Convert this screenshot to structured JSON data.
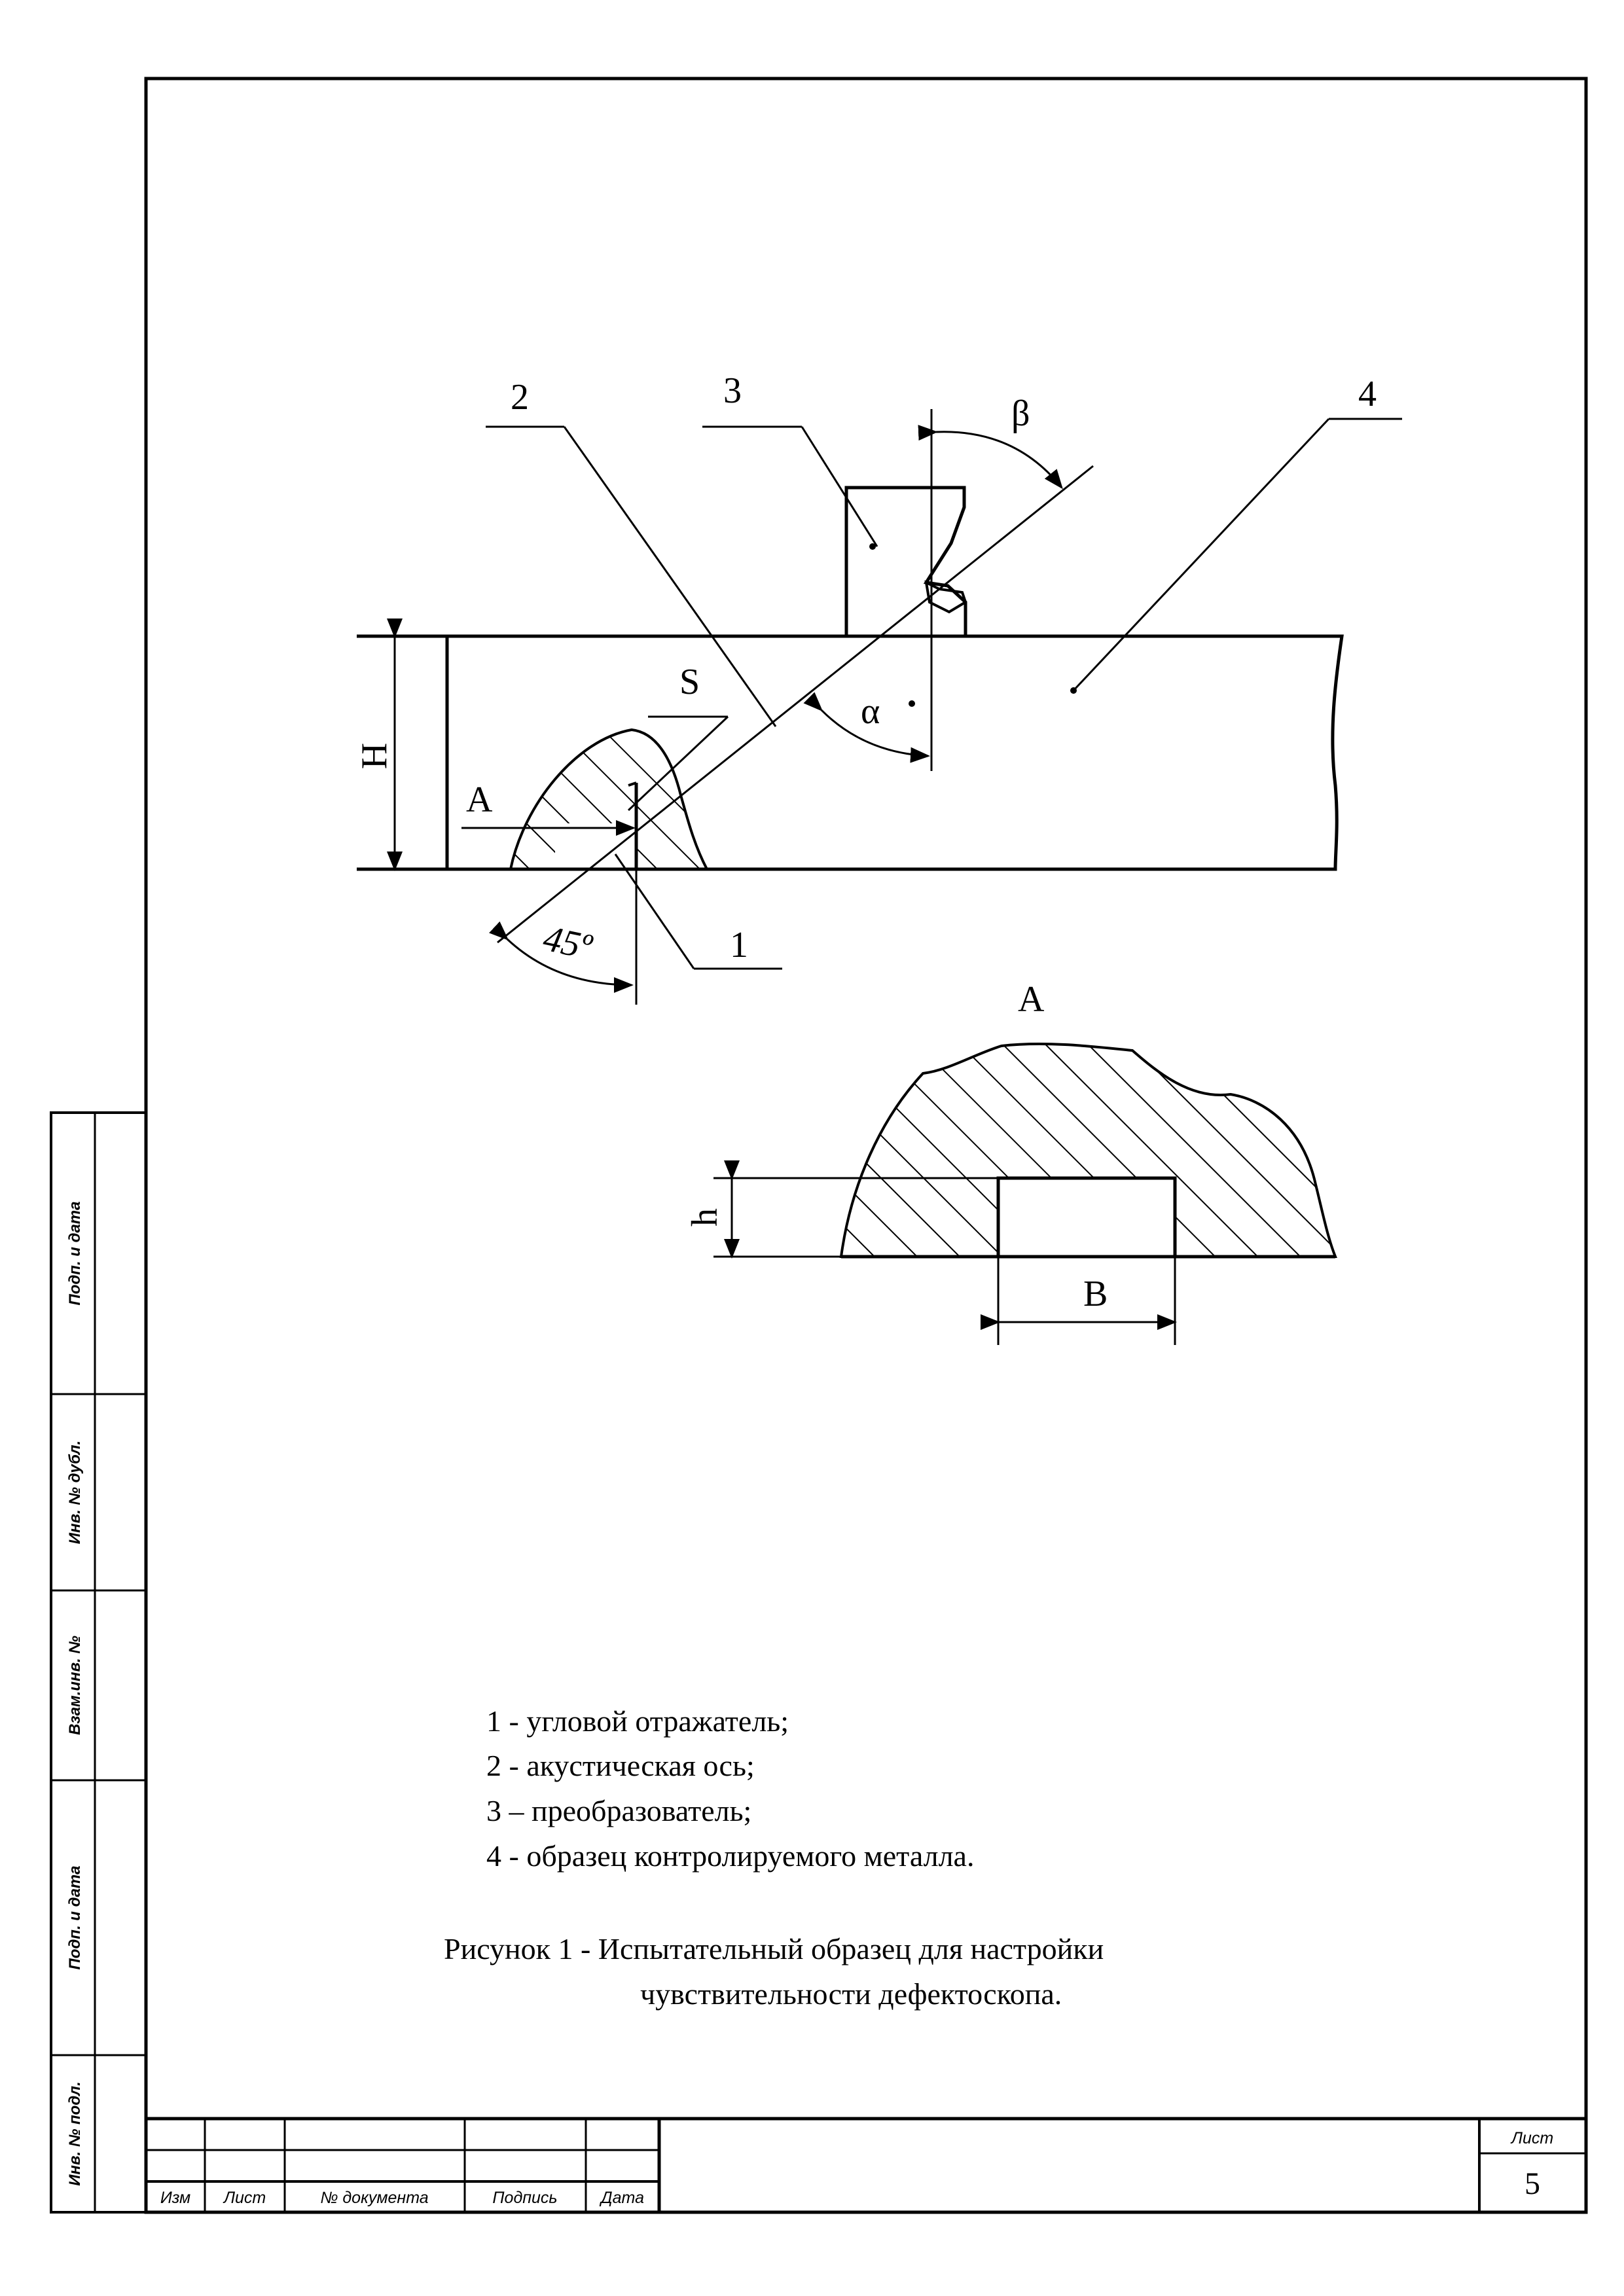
{
  "figure": {
    "callouts": {
      "n1": "1",
      "n2": "2",
      "n3": "3",
      "n4": "4"
    },
    "dims": {
      "H": "H",
      "S": "S",
      "A": "A",
      "alpha": "α",
      "beta": "β",
      "angle45": "45º",
      "h": "h",
      "B": "B"
    },
    "detail_title": "A"
  },
  "legend": [
    "1 - угловой отражатель;",
    "2 - акустическая ось;",
    "3 – преобразователь;",
    "4 - образец контролируемого металла."
  ],
  "caption": {
    "line1": "Рисунок 1 - Испытательный образец для настройки",
    "line2": "чувствительности  дефектоскопа."
  },
  "side_strip": [
    "Подп. и дата",
    "Инв. № дубл.",
    "Взам.инв. №",
    "Подп. и дата",
    "Инв. № подл."
  ],
  "title_block": {
    "headers": [
      "Изм",
      "Лист",
      "№ документа",
      "Подпись",
      "Дата"
    ],
    "sheet_label": "Лист",
    "sheet_number": "5"
  }
}
